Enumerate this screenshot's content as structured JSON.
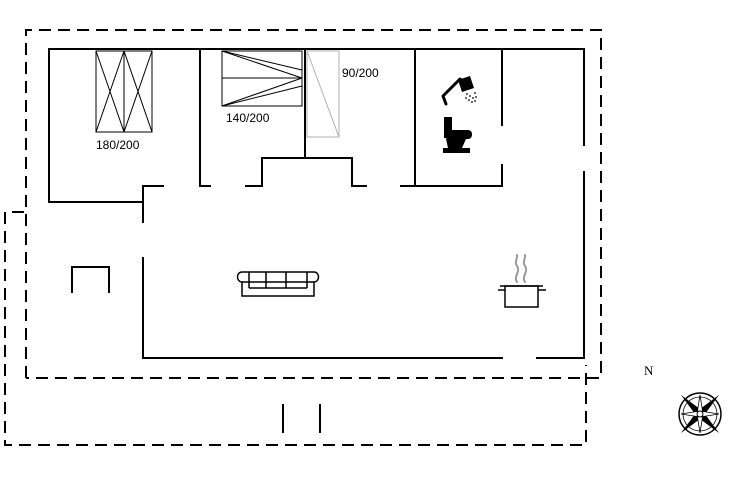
{
  "floorplan": {
    "bed_labels": {
      "double_bed": "180/200",
      "medium_bed": "140/200",
      "single_bed": "90/200"
    },
    "compass_label": "N"
  },
  "colors": {
    "stroke": "#000000",
    "background": "#ffffff"
  }
}
